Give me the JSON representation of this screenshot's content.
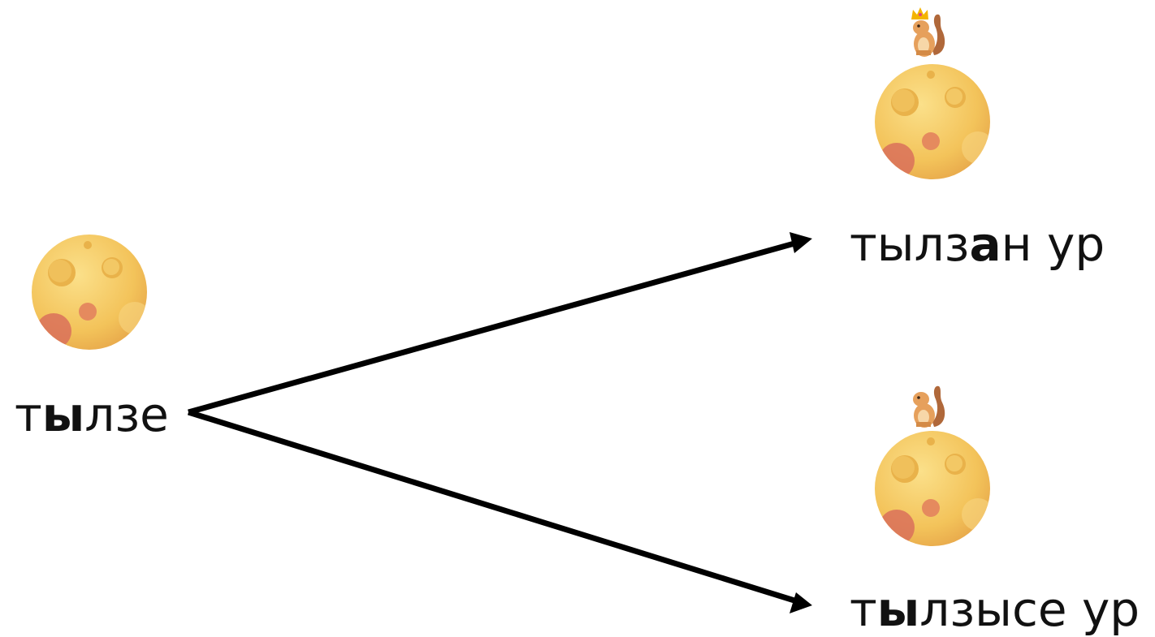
{
  "labels": {
    "source": {
      "parts": [
        {
          "text": "т",
          "bold": false
        },
        {
          "text": "ы",
          "bold": true
        },
        {
          "text": "лзе",
          "bold": false
        }
      ]
    },
    "top": {
      "parts": [
        {
          "text": "тылз",
          "bold": false
        },
        {
          "text": "а",
          "bold": true
        },
        {
          "text": "н ур",
          "bold": false
        }
      ]
    },
    "bottom": {
      "parts": [
        {
          "text": "т",
          "bold": false
        },
        {
          "text": "ы",
          "bold": true
        },
        {
          "text": "лзысе ур",
          "bold": false
        }
      ]
    }
  },
  "icons": {
    "moon": "moon-icon",
    "squirrel": "squirrel-icon",
    "crown": "crown-icon"
  },
  "colors": {
    "arrow": "#000000",
    "moon_fill": "#f5c85f",
    "moon_crater": "#e9b24a",
    "moon_red": "#d9705a",
    "squirrel": "#e6a05c",
    "crown": "#f4b400"
  }
}
